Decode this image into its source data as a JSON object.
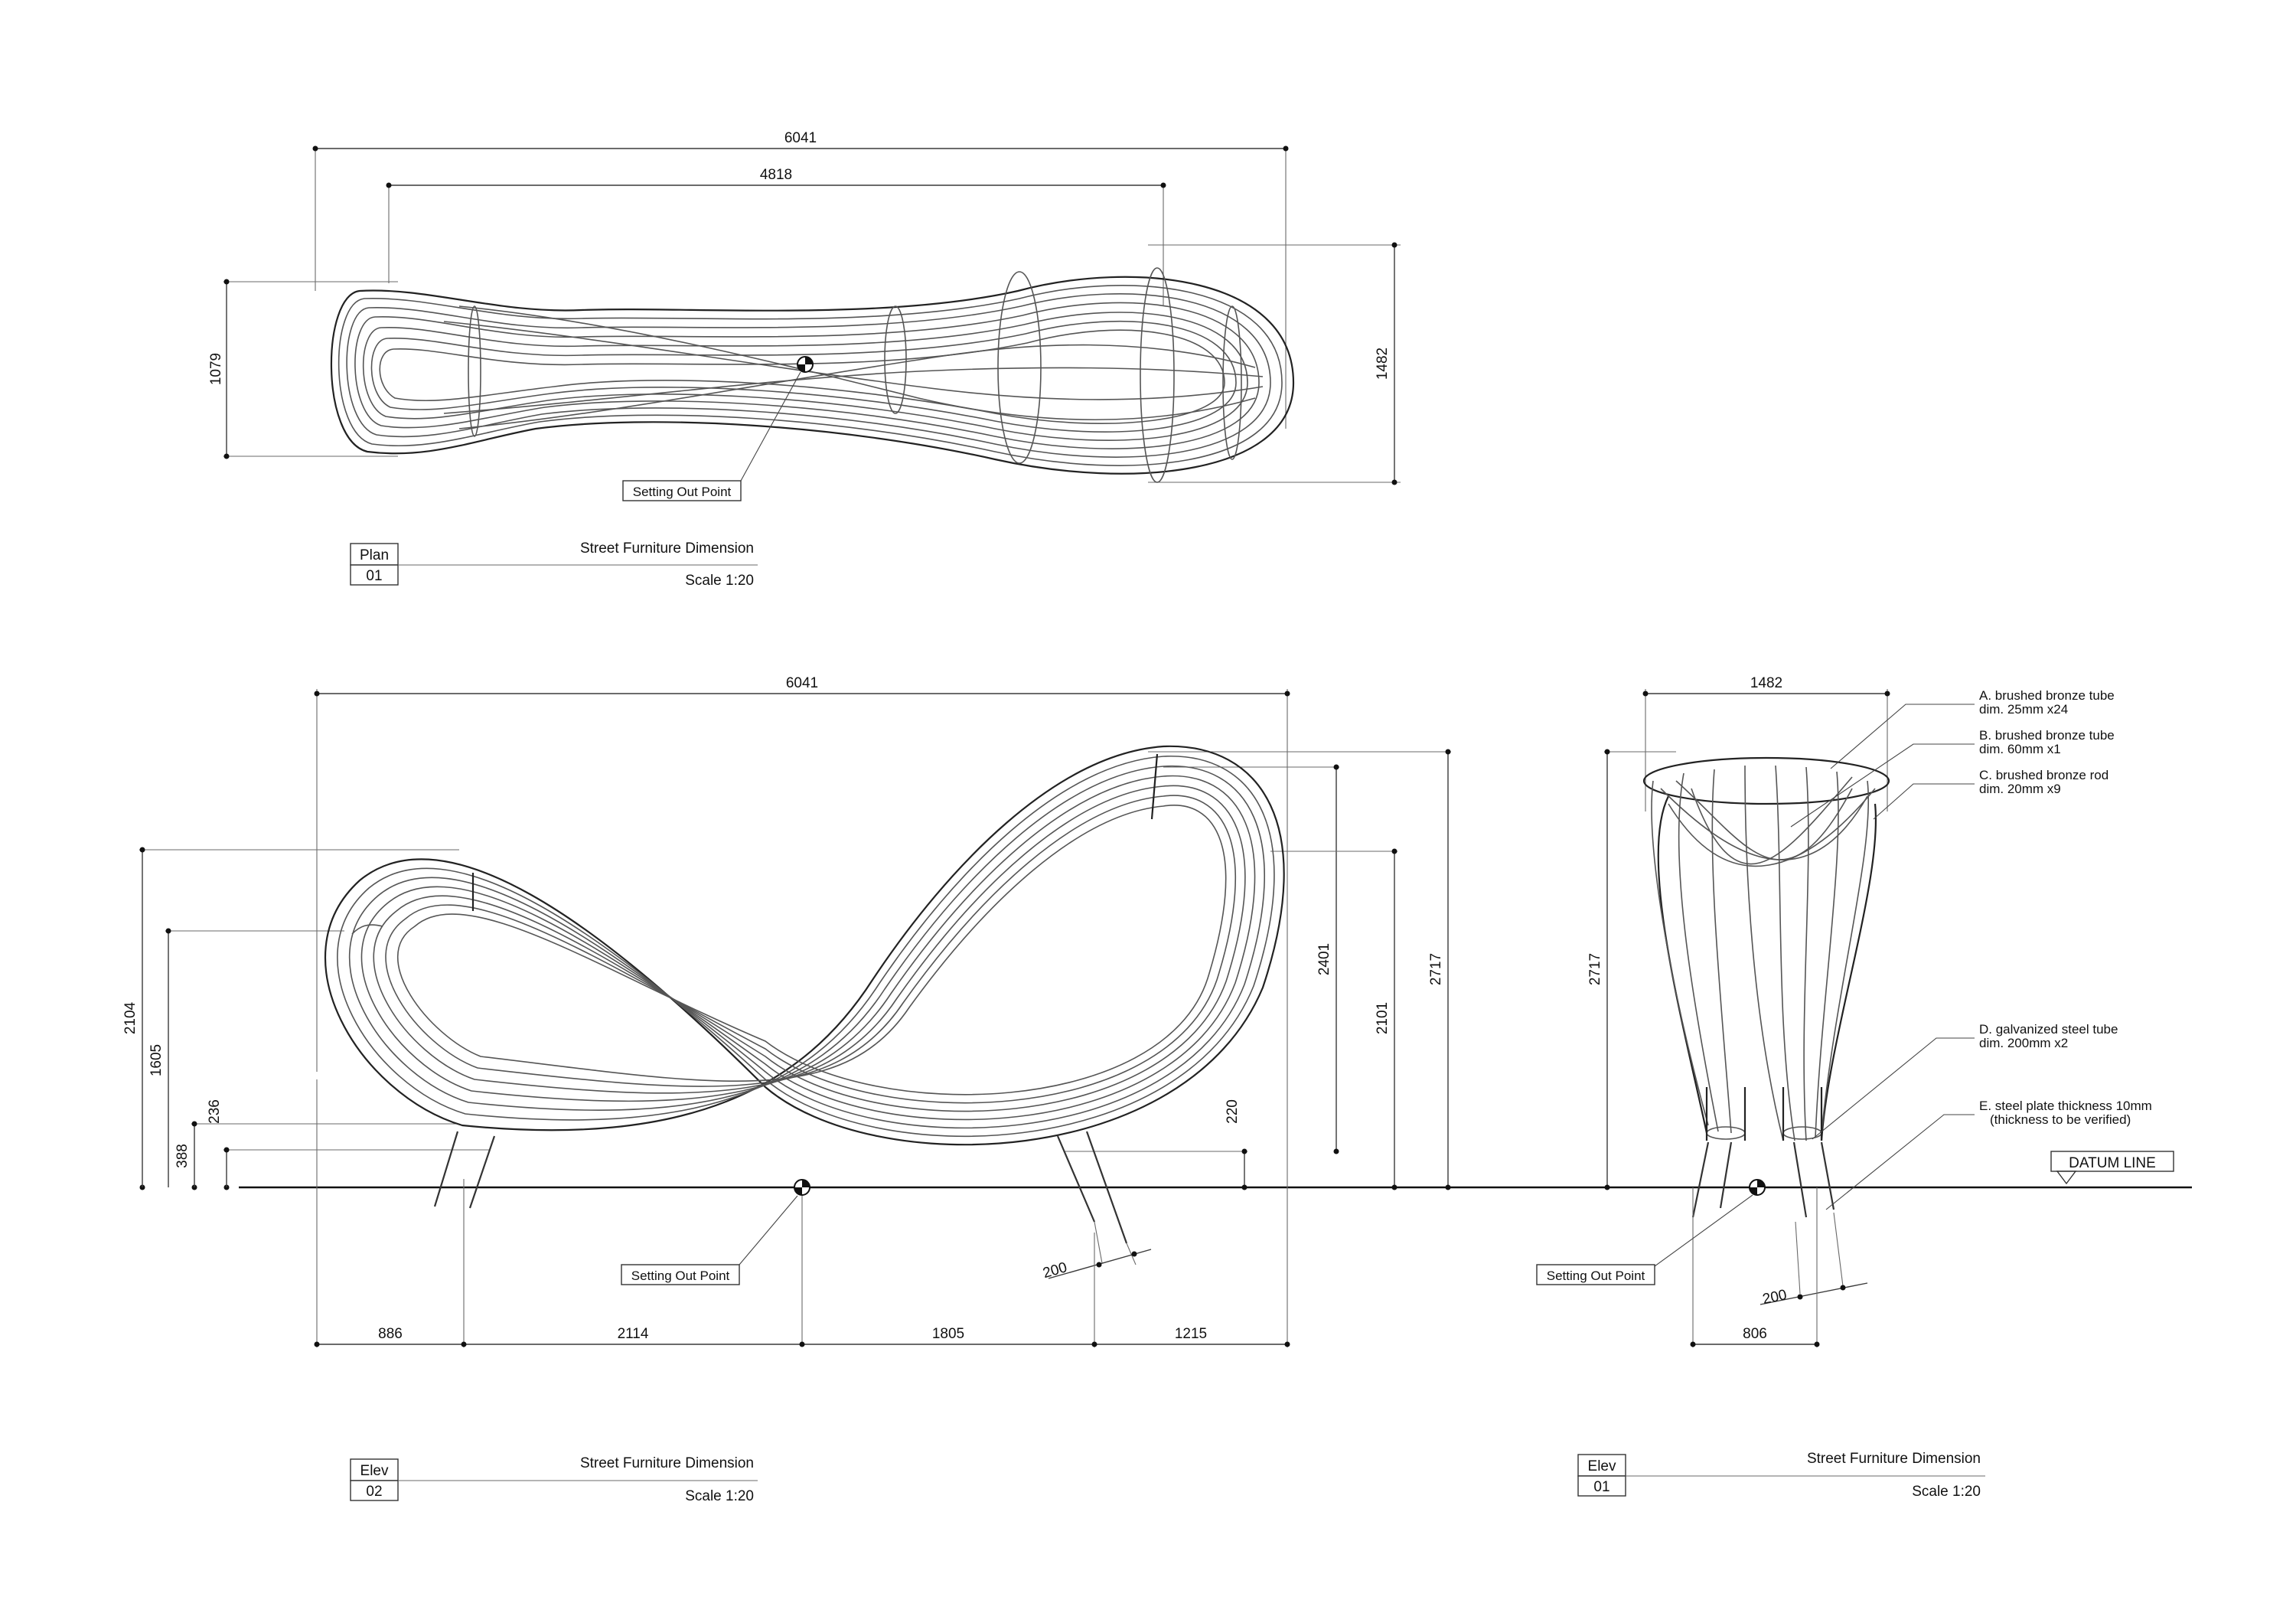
{
  "plan": {
    "dims": {
      "overall_length": "6041",
      "inner_length": "4818",
      "left_height": "1079",
      "right_height": "1482"
    },
    "setting_out": "Setting Out Point",
    "title_block": {
      "view": "Plan",
      "number": "01",
      "title": "Street Furniture Dimension",
      "scale": "Scale 1:20"
    }
  },
  "elev02": {
    "dims": {
      "overall_length": "6041",
      "h_2104": "2104",
      "h_1605": "1605",
      "h_388": "388",
      "h_236": "236",
      "h_2401": "2401",
      "h_2101": "2101",
      "h_2717": "2717",
      "h_220": "220",
      "leg_200": "200",
      "bottom": [
        "886",
        "2114",
        "1805",
        "1215"
      ]
    },
    "setting_out": "Setting Out Point",
    "title_block": {
      "view": "Elev",
      "number": "02",
      "title": "Street Furniture Dimension",
      "scale": "Scale 1:20"
    }
  },
  "elev01": {
    "dims": {
      "top_width": "1482",
      "height": "2717",
      "leg_200": "200",
      "base_width": "806"
    },
    "setting_out": "Setting Out Point",
    "datum": "DATUM LINE",
    "notes": [
      {
        "line1": "A. brushed bronze tube",
        "line2": "dim. 25mm x24"
      },
      {
        "line1": "B. brushed bronze tube",
        "line2": "dim. 60mm x1"
      },
      {
        "line1": "C. brushed bronze rod",
        "line2": "dim. 20mm x9"
      },
      {
        "line1": "D. galvanized steel tube",
        "line2": "dim. 200mm x2"
      },
      {
        "line1": "E. steel plate thickness 10mm",
        "line2": "(thickness to be verified)"
      }
    ],
    "title_block": {
      "view": "Elev",
      "number": "01",
      "title": "Street Furniture Dimension",
      "scale": "Scale 1:20"
    }
  },
  "colors": {
    "line": "#333333",
    "background": "#ffffff"
  }
}
